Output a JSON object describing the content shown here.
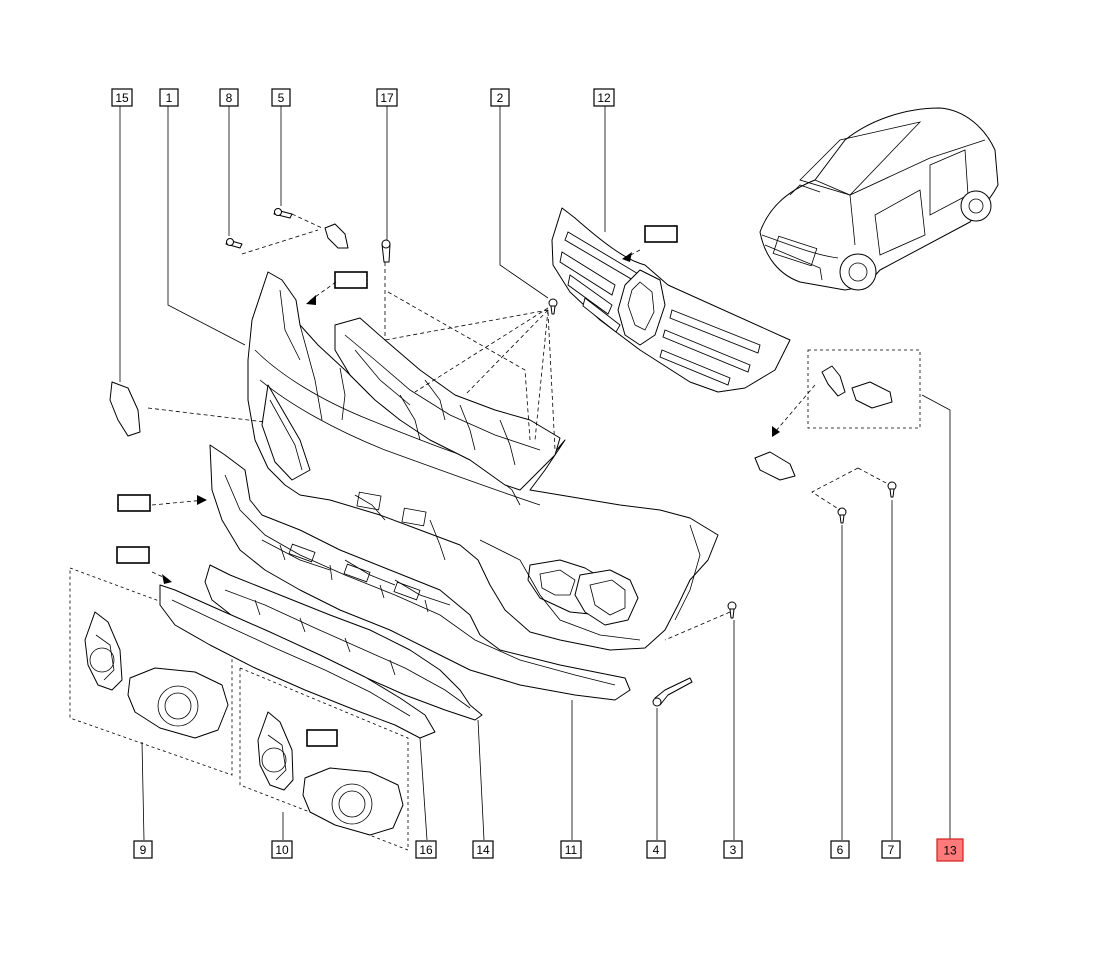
{
  "callouts": [
    {
      "id": "15",
      "highlight": false
    },
    {
      "id": "1",
      "highlight": false
    },
    {
      "id": "8",
      "highlight": false
    },
    {
      "id": "5",
      "highlight": false
    },
    {
      "id": "17",
      "highlight": false
    },
    {
      "id": "2",
      "highlight": false
    },
    {
      "id": "12",
      "highlight": false
    },
    {
      "id": "9",
      "highlight": false
    },
    {
      "id": "10",
      "highlight": false
    },
    {
      "id": "16",
      "highlight": false
    },
    {
      "id": "14",
      "highlight": false
    },
    {
      "id": "11",
      "highlight": false
    },
    {
      "id": "4",
      "highlight": false
    },
    {
      "id": "3",
      "highlight": false
    },
    {
      "id": "6",
      "highlight": false
    },
    {
      "id": "7",
      "highlight": false
    },
    {
      "id": "13",
      "highlight": true
    }
  ],
  "colors": {
    "highlight_fill": "#ff7b7b",
    "highlight_stroke": "#d32020",
    "line": "#000000"
  }
}
